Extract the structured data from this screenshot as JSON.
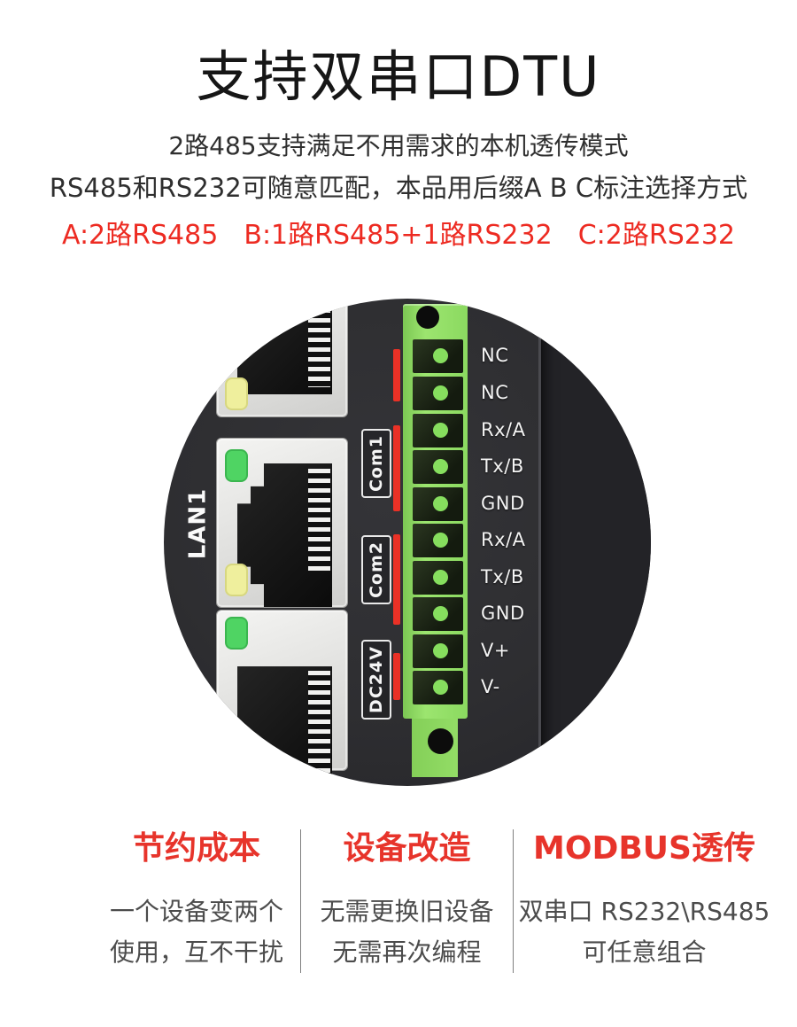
{
  "header": {
    "title": "支持双串口DTU",
    "subtitle1": "2路485支持满足不用需求的本机透传模式",
    "subtitle2": "RS485和RS232可随意匹配，本品用后缀A B C标注选择方式",
    "variants": "A:2路RS485  B:1路RS485+1路RS232  C:2路RS232"
  },
  "device_photo": {
    "lan_label": "LAN1",
    "port_group_labels": [
      "Com1",
      "Com2",
      "DC24V"
    ],
    "pin_labels": [
      "NC",
      "NC",
      "Rx/A",
      "Tx/B",
      "GND",
      "Rx/A",
      "Tx/B",
      "GND",
      "V+",
      "V-"
    ],
    "colors": {
      "body_dark": "#2e2e31",
      "terminal_green": "#8bd960",
      "pin_hole_green": "#86de5e",
      "marker_red": "#ea3126",
      "led_green": "#4fd463",
      "led_yellow": "#efef9d"
    }
  },
  "features": [
    {
      "title": "节约成本",
      "lines": [
        "一个设备变两个",
        "使用，互不干扰"
      ]
    },
    {
      "title": "设备改造",
      "lines": [
        "无需更换旧设备",
        "无需再次编程"
      ]
    },
    {
      "title": "MODBUS透传",
      "lines": [
        "双串口 RS232\\RS485",
        "可任意组合"
      ]
    }
  ],
  "accent_color": "#e7342b"
}
